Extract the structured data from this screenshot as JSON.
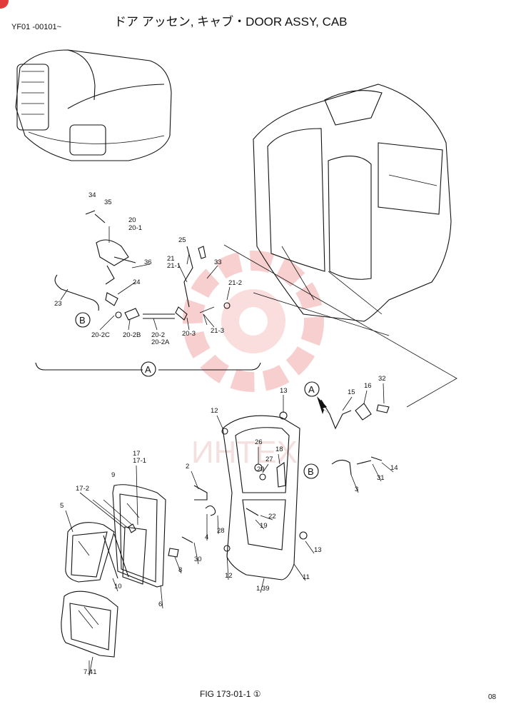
{
  "header": {
    "title": "ドア アッセン, キャブ・DOOR ASSY, CAB",
    "serial_range": "YF01 -00101~"
  },
  "footer": {
    "figure_ref": "FIG 173-01-1 ①",
    "page_number": "08"
  },
  "watermark": {
    "text": "ИНТЕХ",
    "color": "#f2b8b8"
  },
  "callouts": {
    "A": "A",
    "B": "B"
  },
  "part_labels": [
    "34",
    "35",
    "20",
    "20-1",
    "36",
    "23",
    "24",
    "20-2C",
    "20-2B",
    "20-2",
    "20-2A",
    "25",
    "21",
    "21-1",
    "33",
    "21-2",
    "20-3",
    "21-3",
    "13",
    "12",
    "15",
    "16",
    "32",
    "17",
    "17-1",
    "2",
    "26",
    "18",
    "27",
    "29",
    "9",
    "17-2",
    "5",
    "22",
    "19",
    "28",
    "4",
    "30",
    "8",
    "10",
    "6",
    "3",
    "31",
    "14",
    "13",
    "11",
    "12",
    "1.39",
    "7.41"
  ]
}
